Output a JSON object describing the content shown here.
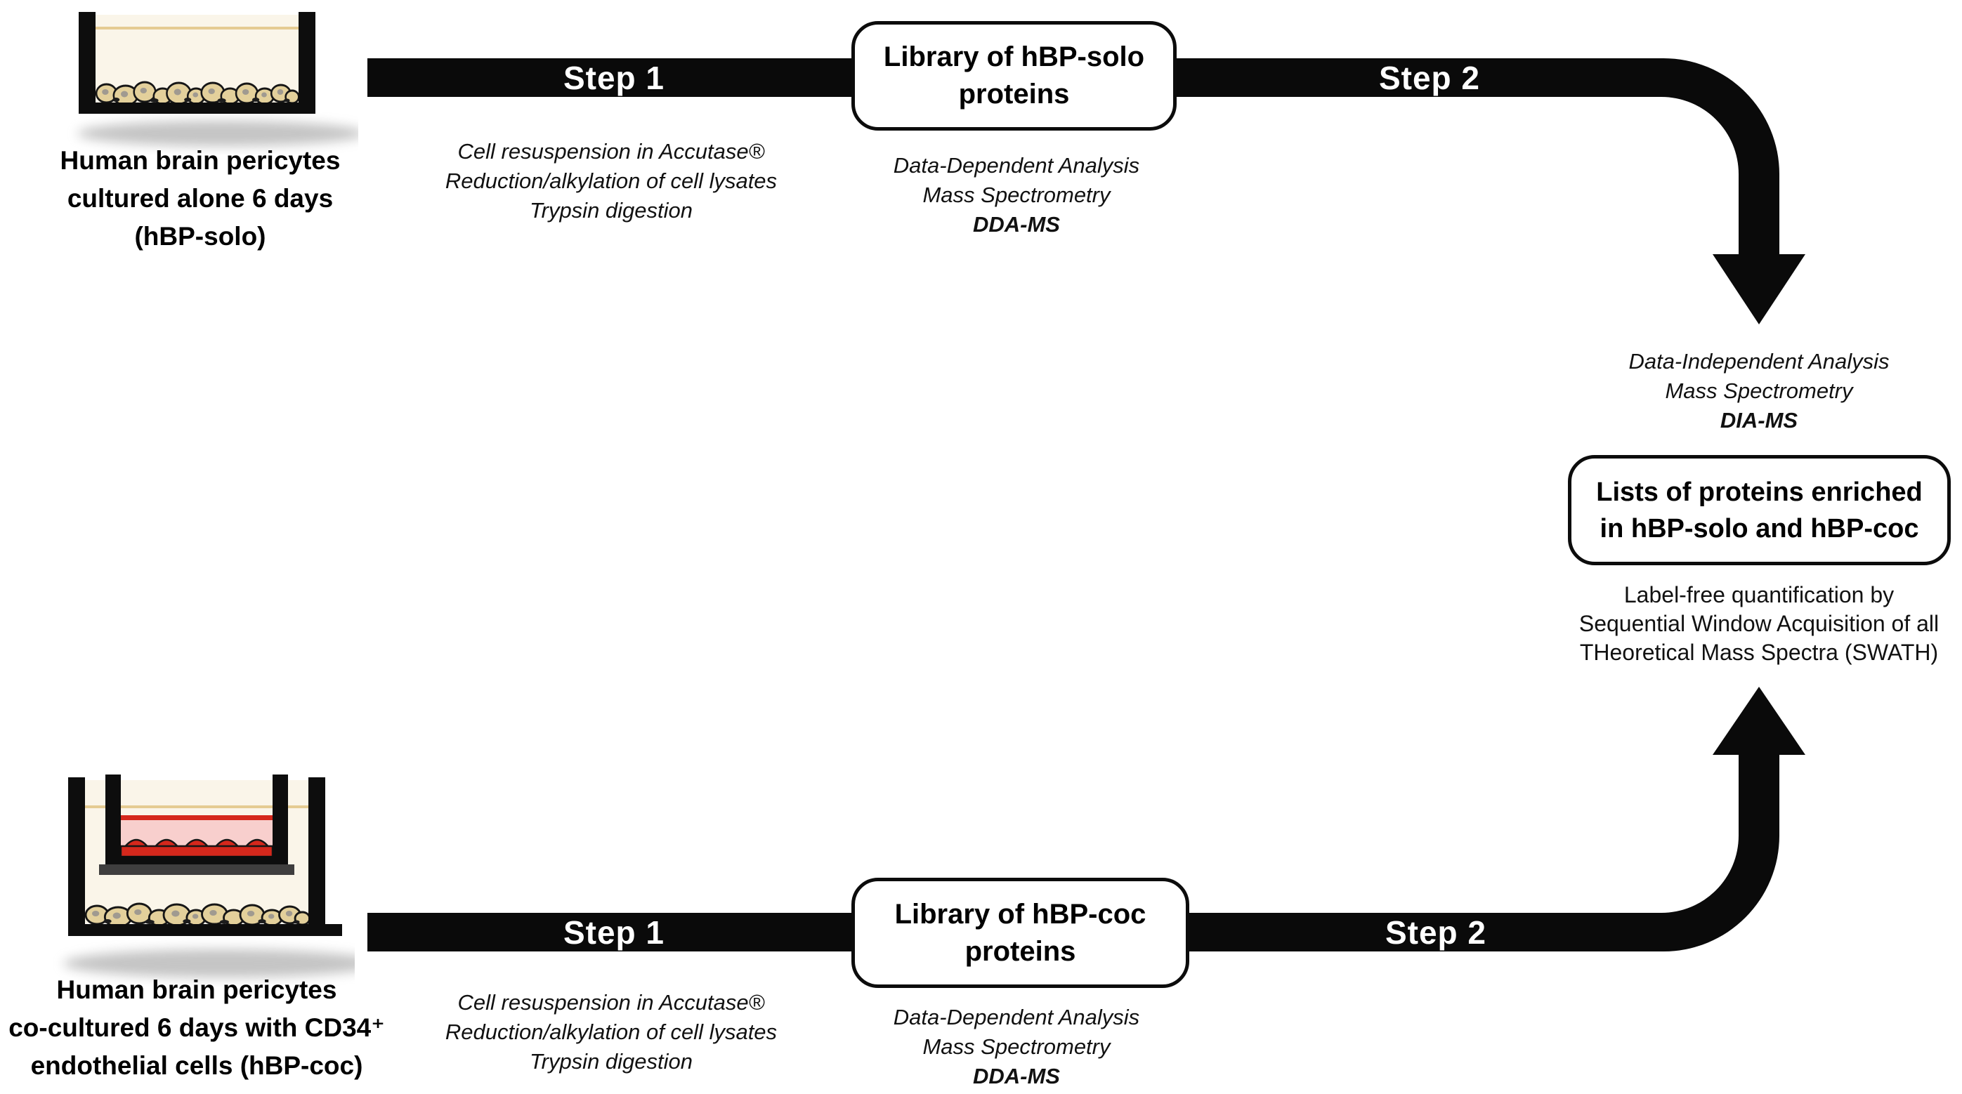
{
  "colors": {
    "arrow_black": "#0a0a0a",
    "dish_cream": "#faf5e9",
    "media_line_tan": "#e5cb92",
    "cell_fill": "#e3d09b",
    "cell_nucleus": "#a09a90",
    "insert_pink": "#f8cfcd",
    "insert_red": "#d5281c",
    "membrane_gray": "#3f3e3e"
  },
  "top_flow": {
    "dish_caption": [
      "Human brain pericytes",
      "cultured alone 6 days",
      "(hBP-solo)"
    ],
    "step1_label": "Step 1",
    "step1_notes": [
      "Cell resuspension in Accutase®",
      "Reduction/alkylation of cell lysates",
      "Trypsin digestion"
    ],
    "library_box": [
      "Library of hBP-solo",
      "proteins"
    ],
    "library_notes": [
      "Data-Dependent Analysis",
      "Mass Spectrometry",
      "DDA-MS"
    ],
    "step2_label": "Step 2"
  },
  "bottom_flow": {
    "dish_caption": [
      "Human brain pericytes",
      "co-cultured 6 days with CD34⁺",
      "endothelial cells (hBP-coc)"
    ],
    "step1_label": "Step 1",
    "step1_notes": [
      "Cell resuspension in Accutase®",
      "Reduction/alkylation of cell lysates",
      "Trypsin digestion"
    ],
    "library_box": [
      "Library of hBP-coc",
      "proteins"
    ],
    "library_notes": [
      "Data-Dependent Analysis",
      "Mass Spectrometry",
      "DDA-MS"
    ],
    "step2_label": "Step 2"
  },
  "results": {
    "dia_notes": [
      "Data-Independent Analysis",
      "Mass Spectrometry",
      "DIA-MS"
    ],
    "box": [
      "Lists of proteins enriched",
      "in hBP-solo and hBP-coc"
    ],
    "swath_notes": [
      "Label-free quantification by",
      "Sequential Window Acquisition of all",
      "THeoretical Mass Spectra (SWATH)"
    ]
  }
}
